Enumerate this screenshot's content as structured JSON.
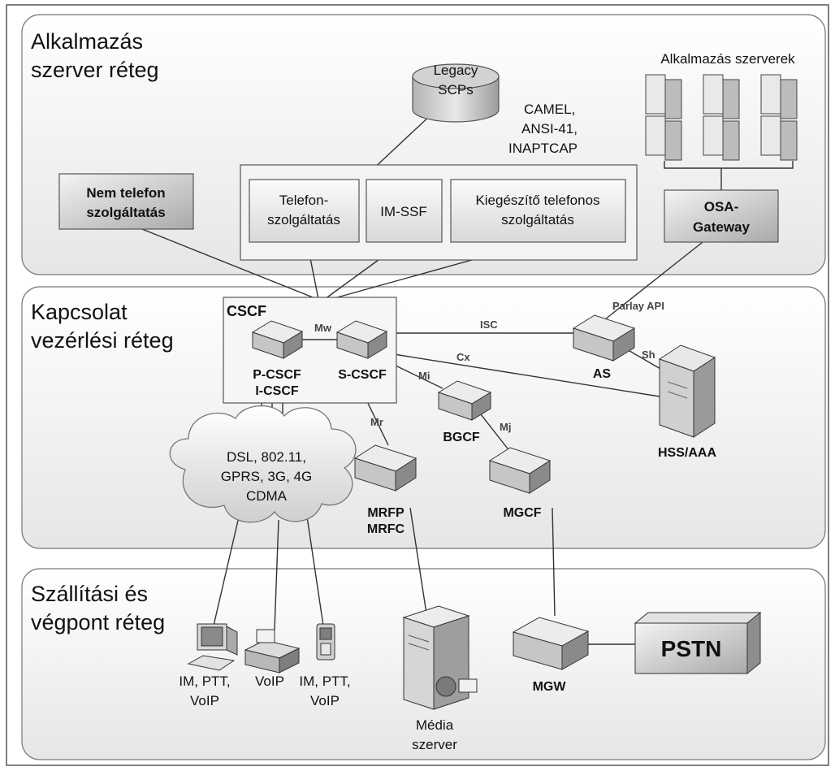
{
  "layers": {
    "application": {
      "line1": "Alkalmazás",
      "line2": "szerver réteg"
    },
    "control": {
      "line1": "Kapcsolat",
      "line2": "vezérlési réteg"
    },
    "transport": {
      "line1": "Szállítási és",
      "line2": "végpont réteg"
    }
  },
  "application_layer": {
    "legacy_scps": {
      "line1": "Legacy",
      "line2": "SCPs"
    },
    "protocols": {
      "line1": "CAMEL,",
      "line2": "ANSI-41,",
      "line3": "INAPTCAP"
    },
    "app_servers_title": "Alkalmazás szerverek",
    "non_telephony": {
      "line1": "Nem telefon",
      "line2": "szolgáltatás"
    },
    "telephony": {
      "line1": "Telefon-",
      "line2": "szolgáltatás"
    },
    "im_ssf": "IM-SSF",
    "supplementary": {
      "line1": "Kiegészítő telefonos",
      "line2": "szolgáltatás"
    },
    "osa_gateway": {
      "line1": "OSA-",
      "line2": "Gateway"
    }
  },
  "control_layer": {
    "cscf": "CSCF",
    "p_cscf": "P-CSCF",
    "i_cscf": "I-CSCF",
    "s_cscf": "S-CSCF",
    "as": "AS",
    "hss": "HSS/AAA",
    "bgcf": "BGCF",
    "mgcf": "MGCF",
    "mrfp": "MRFP",
    "mrfc": "MRFC",
    "access_cloud": {
      "line1": "DSL, 802.11,",
      "line2": "GPRS, 3G, 4G",
      "line3": "CDMA"
    },
    "interfaces": {
      "mw": "Mw",
      "isc": "ISC",
      "cx": "Cx",
      "mi": "Mi",
      "mj": "Mj",
      "mr": "Mr",
      "sh": "Sh",
      "parlay": "Parlay API"
    }
  },
  "transport_layer": {
    "pc_label": {
      "line1": "IM, PTT,",
      "line2": "VoIP"
    },
    "fax_label": "VoIP",
    "phone_label": {
      "line1": "IM, PTT,",
      "line2": "VoIP"
    },
    "media_server": {
      "line1": "Média",
      "line2": "szerver"
    },
    "mgw": "MGW",
    "pstn": "PSTN"
  }
}
